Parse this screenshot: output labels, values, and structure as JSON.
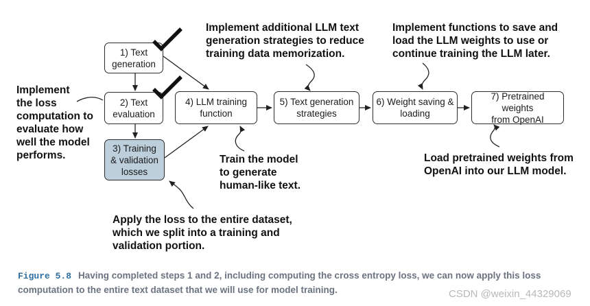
{
  "steps": [
    {
      "label": "1) Text\ngeneration",
      "state": "completed"
    },
    {
      "label": "2) Text\nevaluation",
      "state": "completed"
    },
    {
      "label": "3) Training\n& validation\nlosses",
      "state": "current"
    },
    {
      "label": "4) LLM training\nfunction"
    },
    {
      "label": "5) Text generation\nstrategies"
    },
    {
      "label": "6) Weight saving &\nloading"
    },
    {
      "label": "7) Pretrained weights\nfrom OpenAI"
    }
  ],
  "notes": {
    "loss_computation": "Implement\nthe loss\ncomputation to\nevaluate how\nwell the model\nperforms.",
    "strategies": "Implement additional LLM text\ngeneration strategies to reduce\ntraining data memorization.",
    "save_load": "Implement functions to save and\nload the LLM weights to use or\ncontinue training the LLM later.",
    "train_model": "Train the model\nto generate\nhuman-like text.",
    "pretrained": "Load pretrained weights from\nOpenAI into our LLM model.",
    "apply_loss": "Apply the loss to the entire dataset,\nwhich we split into a training and\nvalidation portion."
  },
  "caption": {
    "figure_label": "Figure 5.8",
    "text": "Having completed steps 1 and 2, including computing the cross entropy loss, we can now apply this loss computation to the entire text dataset that we will use for model training."
  },
  "watermark": "CSDN @weixin_44329069",
  "colors": {
    "highlight_fill": "#bccfdb",
    "check_mark": "#111111",
    "caption_label": "#2f6fa1",
    "caption_text": "#6b7280"
  }
}
